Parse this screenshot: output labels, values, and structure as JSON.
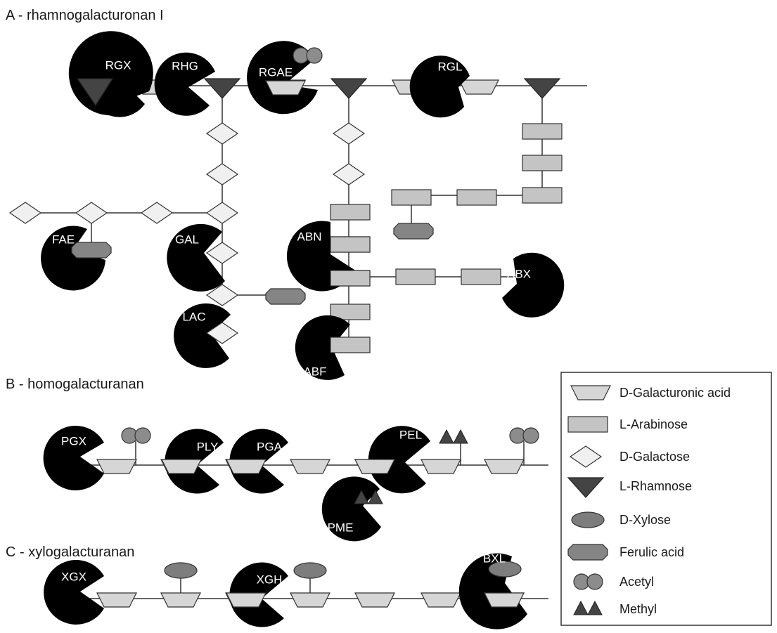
{
  "sections": {
    "a": "A - rhamnogalacturonan I",
    "b": "B - homogalacturanan",
    "c": "C - xylogalacturanan"
  },
  "enzymes": {
    "rgx": "RGX",
    "rhg": "RHG",
    "rgae": "RGAE",
    "rgl": "RGL",
    "fae": "FAE",
    "gal": "GAL",
    "lac": "LAC",
    "abn": "ABN",
    "abx": "ABX",
    "abf": "ABF",
    "pgx": "PGX",
    "ply": "PLY",
    "pga": "PGA",
    "pel": "PEL",
    "pme": "PME",
    "xgx": "XGX",
    "xgh": "XGH",
    "bxl": "BXL"
  },
  "legend": [
    {
      "label": "D-Galacturonic acid",
      "icon": "galacturonic-acid-trapezoid"
    },
    {
      "label": "L-Arabinose",
      "icon": "arabinose-rectangle"
    },
    {
      "label": "D-Galactose",
      "icon": "galactose-diamond"
    },
    {
      "label": "L-Rhamnose",
      "icon": "rhamnose-triangle"
    },
    {
      "label": "D-Xylose",
      "icon": "xylose-ellipse"
    },
    {
      "label": "Ferulic acid",
      "icon": "ferulic-acid-octagon"
    },
    {
      "label": "Acetyl",
      "icon": "acetyl-double-circle"
    },
    {
      "label": "Methyl",
      "icon": "methyl-double-triangle"
    }
  ],
  "colors": {
    "enzyme": "#000000",
    "galacturonic": "#d6d6d6",
    "arabinose": "#c4c4c4",
    "galactose": "#f0f0f0",
    "rhamnose": "#444444",
    "xylose": "#7d7d7d",
    "ferulic": "#858585",
    "acetyl": "#8c8c8c",
    "methyl": "#444444",
    "line": "#333333"
  }
}
